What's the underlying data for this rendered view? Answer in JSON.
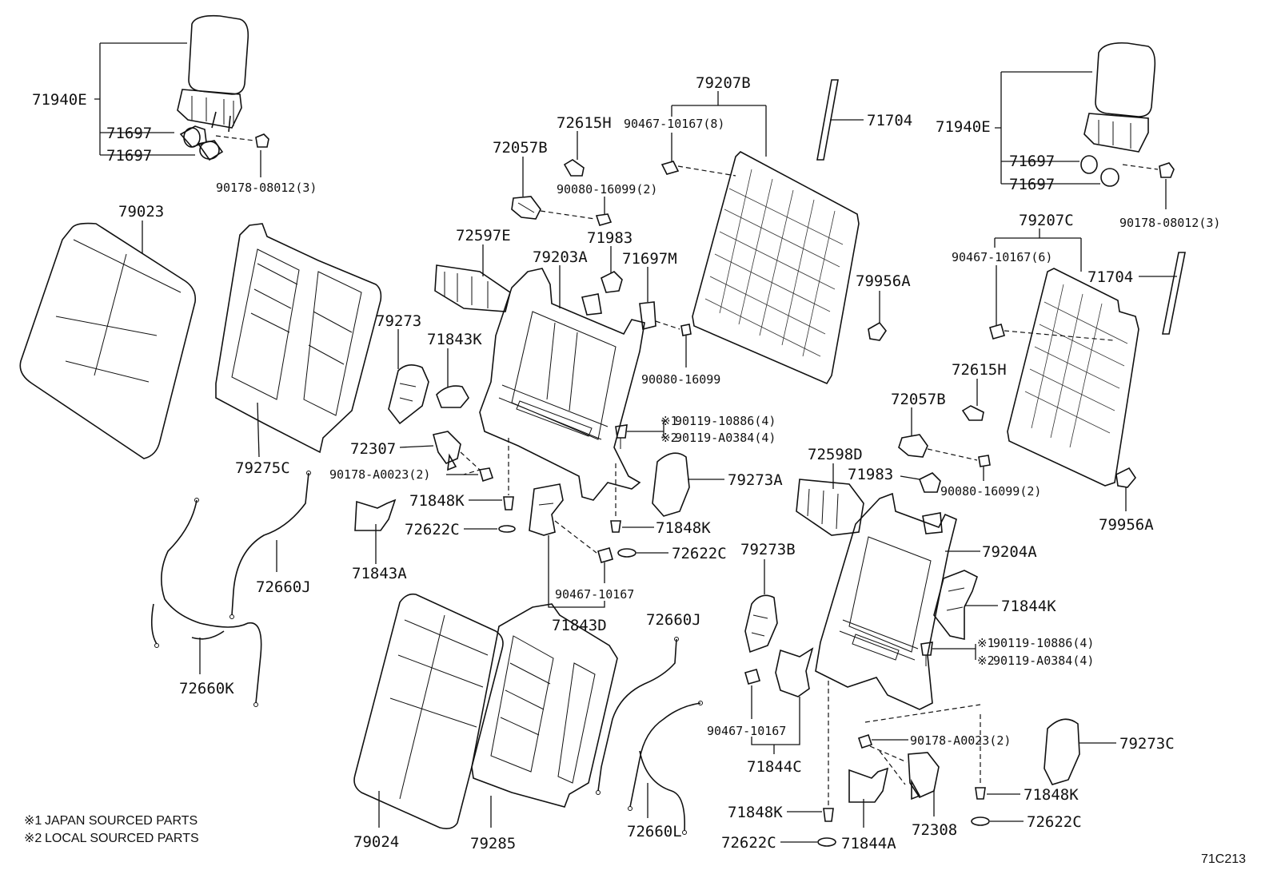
{
  "diagram_id": "71C213",
  "footnotes": [
    {
      "mark": "※1",
      "text": "JAPAN SOURCED PARTS"
    },
    {
      "mark": "※2",
      "text": "LOCAL SOURCED PARTS"
    }
  ],
  "parts": {
    "p71940e_l": "71940E",
    "p71697_l1": "71697",
    "p71697_l2": "71697",
    "p90178_08012_l": "90178-08012(3)",
    "p79023": "79023",
    "p79275c": "79275C",
    "p72057b_l": "72057B",
    "p72615h_l": "72615H",
    "p90080_16099_2_l": "90080-16099(2)",
    "p79207b": "79207B",
    "p90467_10167_8": "90467-10167(8)",
    "p71704_l": "71704",
    "p72597e": "72597E",
    "p71983_l": "71983",
    "p79203a": "79203A",
    "p71697m": "71697M",
    "p79956a_l": "79956A",
    "p90080_16099": "90080-16099",
    "p79273": "79273",
    "p71843k": "71843K",
    "p72307": "72307",
    "p90178_a0023_l": "90178-A0023(2)",
    "p71848k_1": "71848K",
    "p72622c_1": "72622C",
    "p71843a": "71843A",
    "p72660j_l": "72660J",
    "p72660k": "72660K",
    "p90119_10886_1": "90119-10886(4)",
    "p90119_a0384_1": "90119-A0384(4)",
    "p79273a": "79273A",
    "p71848k_2": "71848K",
    "p72622c_2": "72622C",
    "p90467_10167_a": "90467-10167",
    "p71843d": "71843D",
    "p79024": "79024",
    "p79285": "79285",
    "p72660j_r": "72660J",
    "p72660l": "72660L",
    "p71940e_r": "71940E",
    "p71697_r1": "71697",
    "p71697_r2": "71697",
    "p90178_08012_r": "90178-08012(3)",
    "p79207c": "79207C",
    "p90467_10167_6": "90467-10167(6)",
    "p71704_r": "71704",
    "p72615h_r": "72615H",
    "p72057b_r": "72057B",
    "p72598d": "72598D",
    "p71983_r": "71983",
    "p90080_16099_2_r": "90080-16099(2)",
    "p79956a_r": "79956A",
    "p79204a": "79204A",
    "p71844k": "71844K",
    "p90119_10886_2": "90119-10886(4)",
    "p90119_a0384_2": "90119-A0384(4)",
    "p79273b": "79273B",
    "p90467_10167_b": "90467-10167",
    "p71844c": "71844C",
    "p90178_a0023_r": "90178-A0023(2)",
    "p79273c": "79273C",
    "p71848k_3": "71848K",
    "p71848k_4": "71848K",
    "p72308": "72308",
    "p72622c_3": "72622C",
    "p72622c_4": "72622C",
    "p71844a": "71844A"
  },
  "marks": {
    "m1a": "※1",
    "m2a": "※2",
    "m1b": "※1",
    "m2b": "※2"
  }
}
